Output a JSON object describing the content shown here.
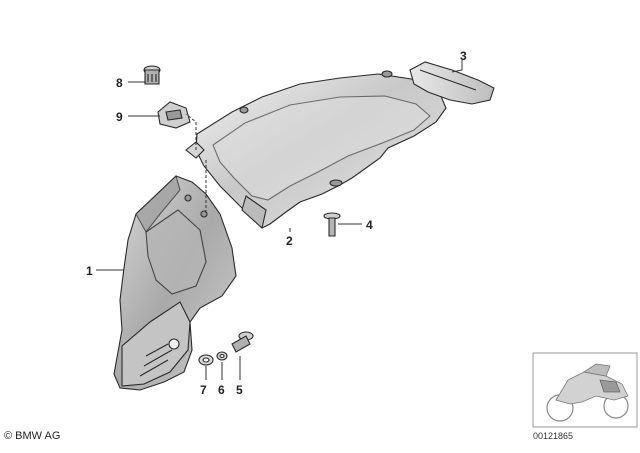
{
  "diagram": {
    "parts": [
      {
        "callout": "1"
      },
      {
        "callout": "2"
      },
      {
        "callout": "3"
      },
      {
        "callout": "4"
      },
      {
        "callout": "5"
      },
      {
        "callout": "6"
      },
      {
        "callout": "7"
      },
      {
        "callout": "8"
      },
      {
        "callout": "9"
      }
    ]
  },
  "footer": {
    "copyright": "© BMW AG",
    "image_code": "00121865"
  }
}
